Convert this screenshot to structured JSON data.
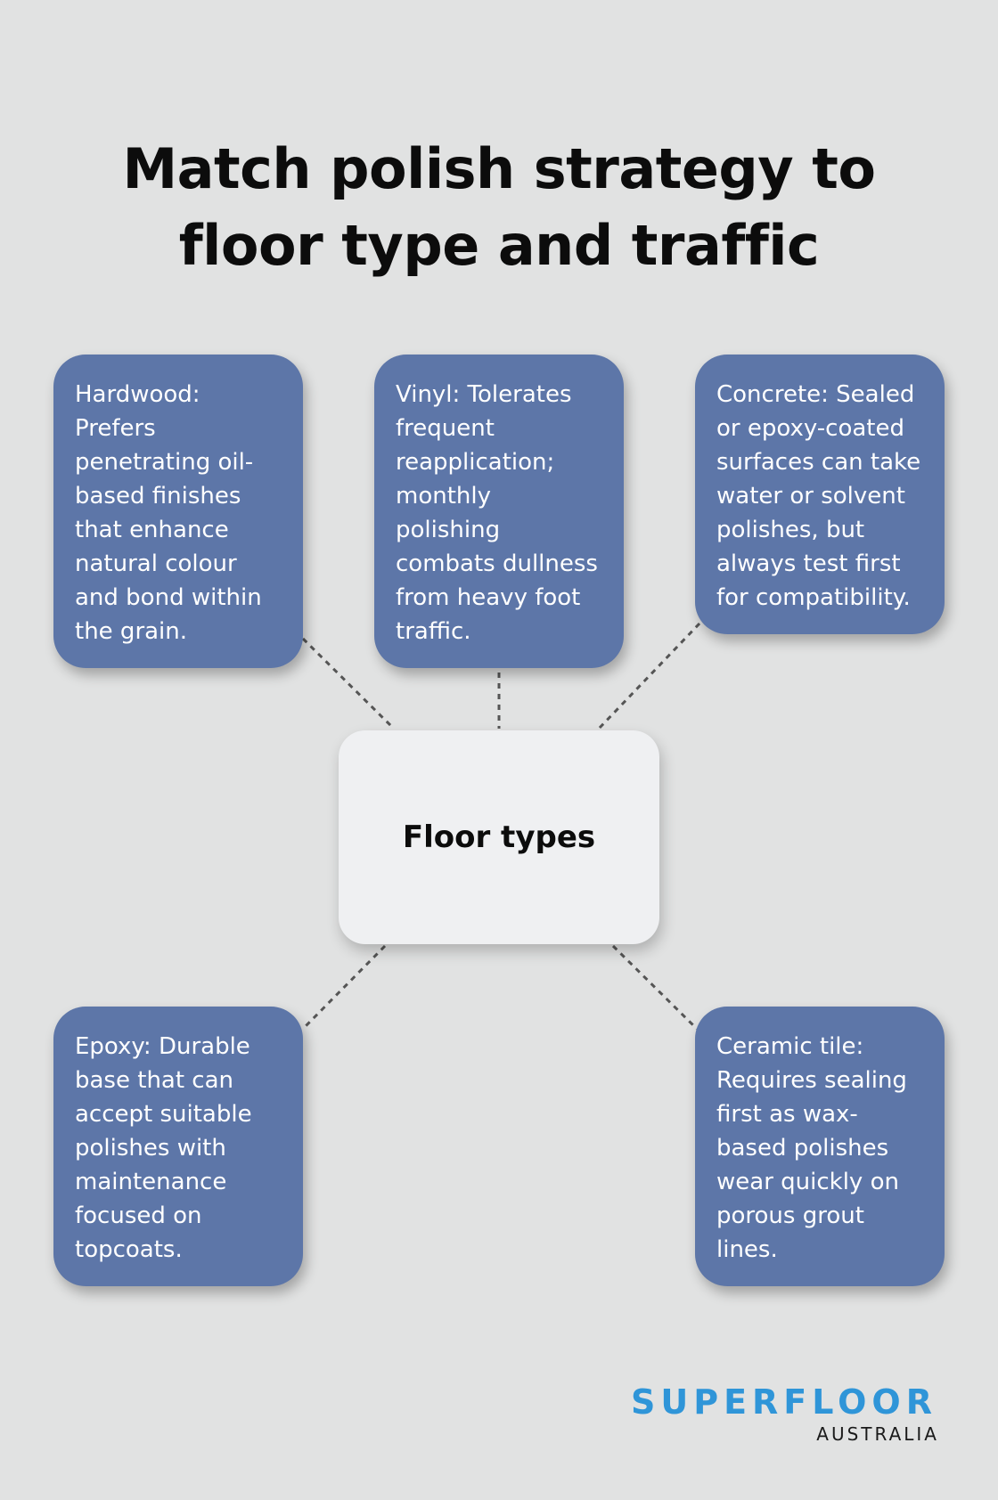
{
  "title": "Match polish strategy to floor type and traffic",
  "hub": {
    "label": "Floor types"
  },
  "cards": {
    "hardwood": [
      "Hardwood:",
      "Prefers",
      "penetrating oil-",
      "based finishes",
      "that enhance",
      "natural colour",
      "and bond within",
      "the grain."
    ],
    "vinyl": [
      "Vinyl: Tolerates",
      "frequent",
      "reapplication;",
      "monthly",
      "polishing",
      "combats dullness",
      "from heavy foot",
      "traffic."
    ],
    "concrete": [
      "Concrete: Sealed",
      "or epoxy-coated",
      "surfaces can take",
      "water or solvent",
      "polishes, but",
      "always test first",
      "for compatibility."
    ],
    "epoxy": [
      "Epoxy: Durable",
      "base that can",
      "accept suitable",
      "polishes with",
      "maintenance",
      "focused on",
      "topcoats."
    ],
    "ceramic": [
      "Ceramic tile:",
      "Requires sealing",
      "first as wax-",
      "based polishes",
      "wear quickly on",
      "porous grout",
      "lines."
    ]
  },
  "logo": {
    "main": "SUPERFLOOR",
    "sub": "AUSTRALIA"
  },
  "colors": {
    "background": "#e1e2e2",
    "card": "#5d76a8",
    "hub": "#eff0f2",
    "connector": "#555555",
    "logo_accent": "#2f95d8"
  }
}
